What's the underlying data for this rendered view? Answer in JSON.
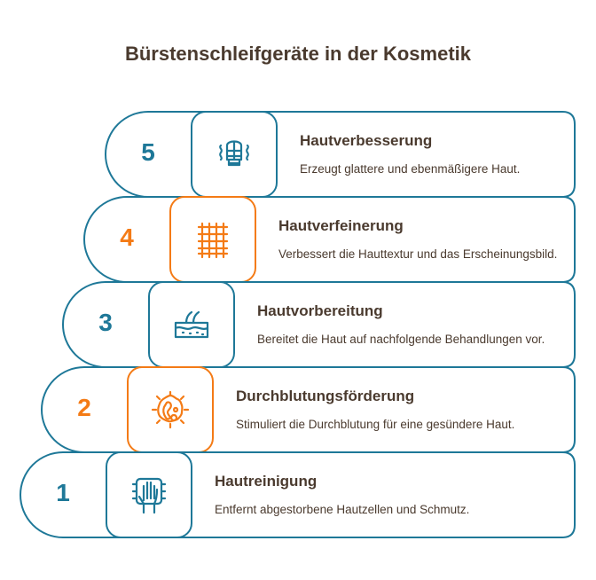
{
  "title": "Bürstenschleifgeräte in der Kosmetik",
  "colors": {
    "teal": "#1e7898",
    "orange": "#f47b16",
    "text": "#4a3a2e"
  },
  "steps": [
    {
      "number": "5",
      "title": "Hautverbesserung",
      "description": "Erzeugt glattere und ebenmäßigere Haut.",
      "icon": "glove-icon",
      "color": "teal"
    },
    {
      "number": "4",
      "title": "Hautverfeinerung",
      "description": "Verbessert die Hauttextur und das Erscheinungsbild.",
      "icon": "mesh-grid-icon",
      "color": "orange"
    },
    {
      "number": "3",
      "title": "Hautvorbereitung",
      "description": "Bereitet die Haut auf nachfolgende Behandlungen vor.",
      "icon": "skin-layer-icon",
      "color": "teal"
    },
    {
      "number": "2",
      "title": "Durchblutungsförderung",
      "description": "Stimuliert die Durchblutung für eine gesündere Haut.",
      "icon": "cell-icon",
      "color": "orange"
    },
    {
      "number": "1",
      "title": "Hautreinigung",
      "description": "Entfernt abgestorbene Hautzellen und Schmutz.",
      "icon": "hand-scan-icon",
      "color": "teal"
    }
  ]
}
